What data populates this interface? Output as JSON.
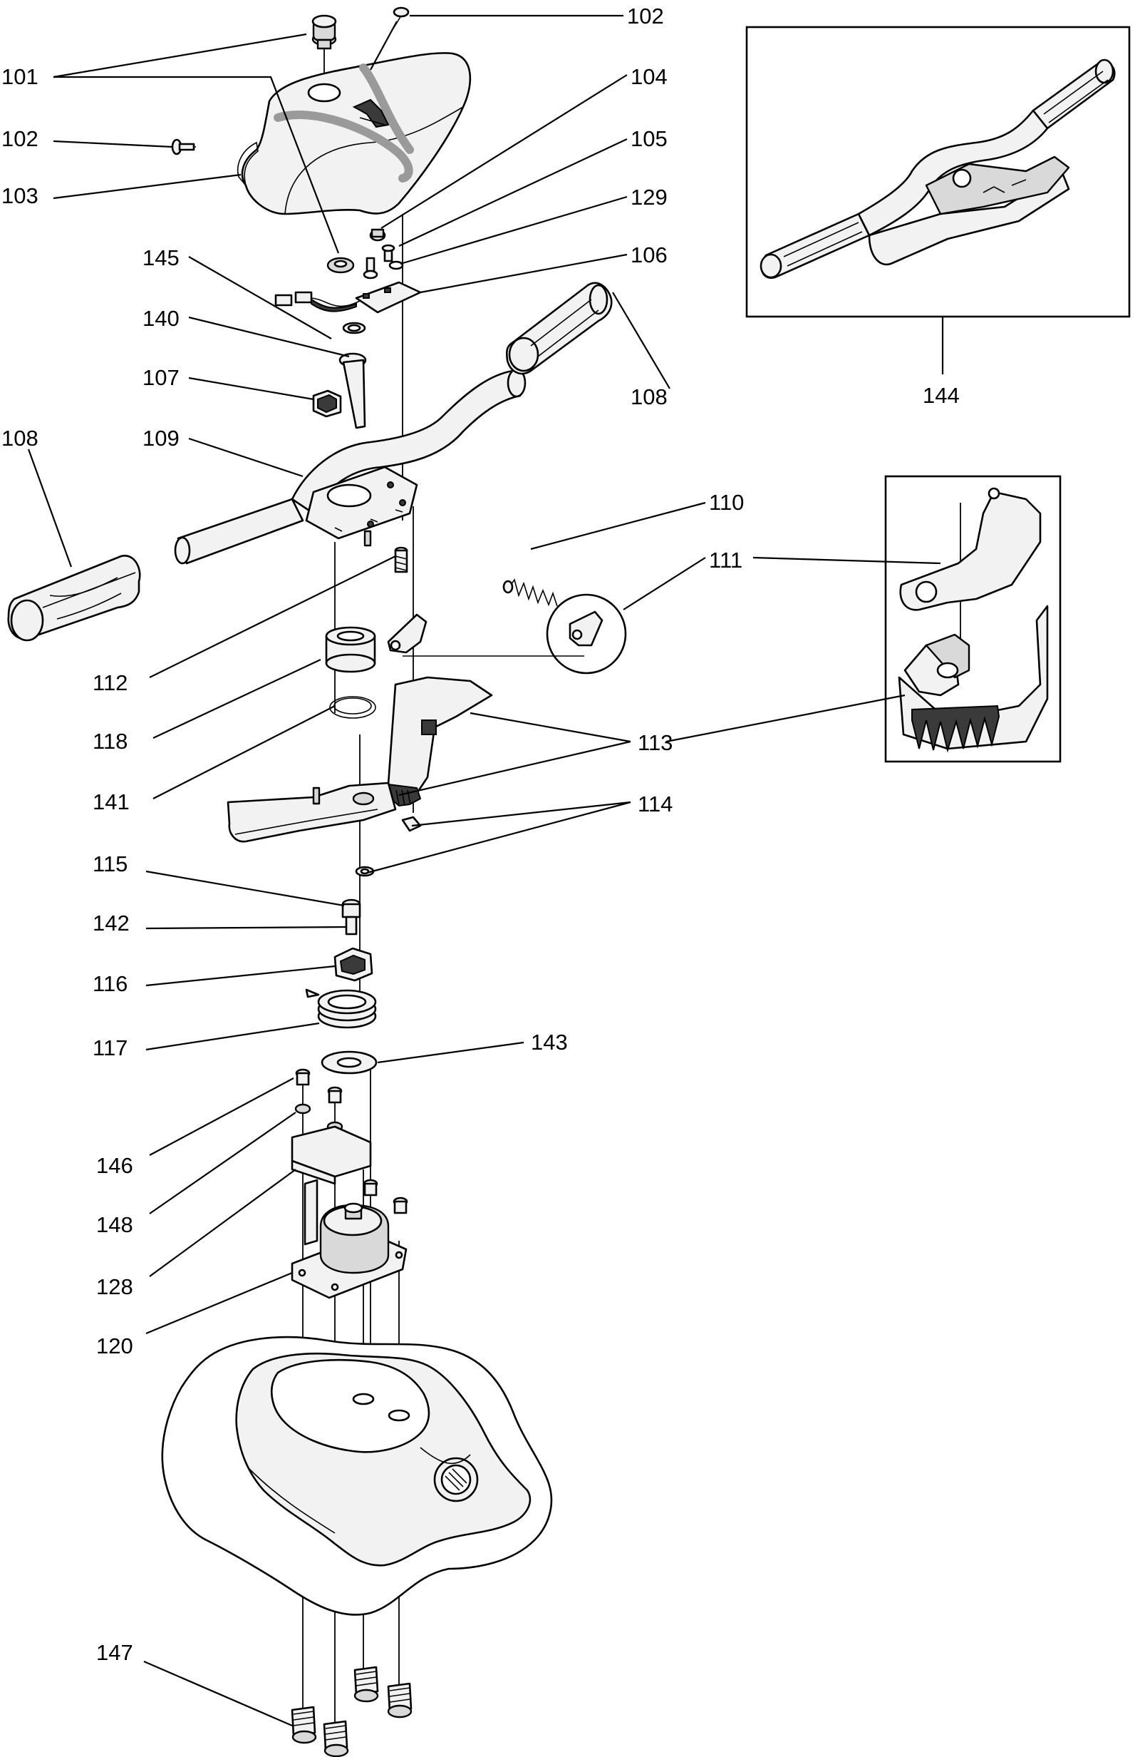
{
  "diagram": {
    "callouts": [
      "101",
      "102",
      "102",
      "103",
      "104",
      "105",
      "129",
      "106",
      "145",
      "140",
      "107",
      "108",
      "108",
      "109",
      "110",
      "111",
      "112",
      "118",
      "141",
      "113",
      "114",
      "115",
      "142",
      "116",
      "117",
      "143",
      "146",
      "148",
      "128",
      "120",
      "147",
      "144"
    ]
  }
}
